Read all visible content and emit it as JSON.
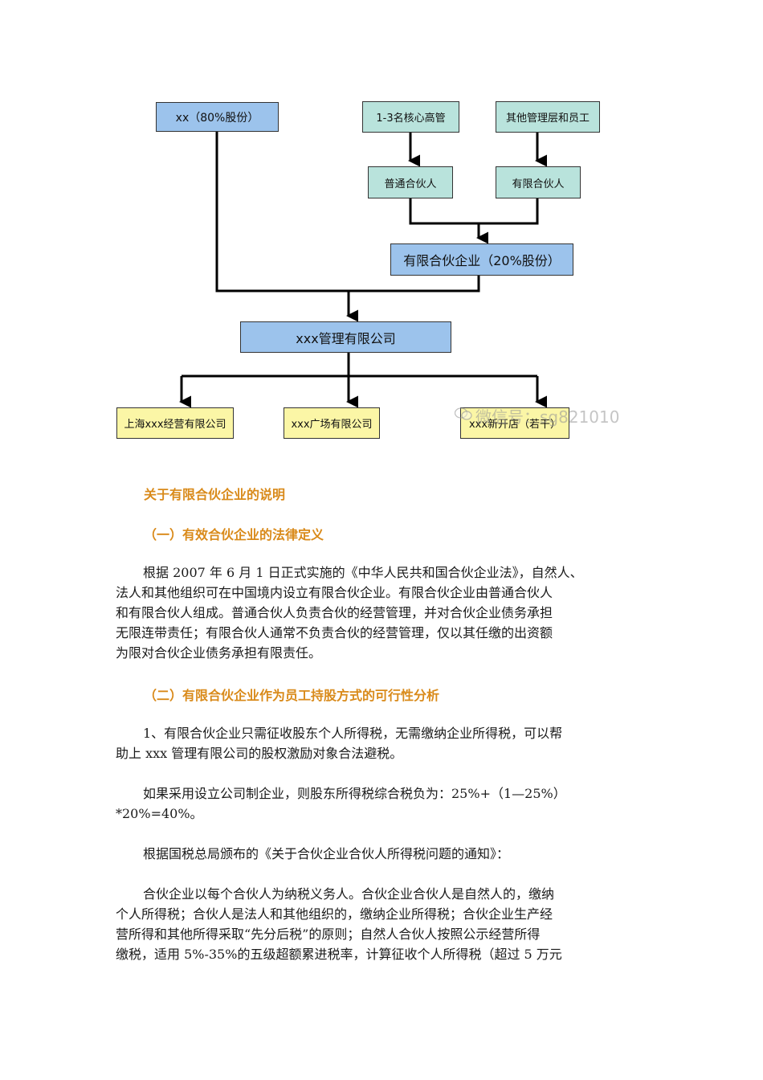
{
  "org_chart": {
    "xx_box": "xx（80%股份）",
    "core_mgmt_box": "1-3名核心高管",
    "other_staff_box": "其他管理层和员工",
    "general_partner_box": "普通合伙人",
    "limited_partner_box": "有限合伙人",
    "lp_enterprise_box": "有限合伙企业（20%股份）",
    "mgmt_company_box": "xxx管理有限公司",
    "shanghai_box": "上海xxx经营有限公司",
    "plaza_box": "xxx广场有限公司",
    "new_store_box": "xxx新开店（若干）",
    "watermark": "微信号：sg821010"
  },
  "article": {
    "section_title": "关于有限合伙企业的说明",
    "heading_1": "（一）有效合伙企业的法律定义",
    "para_1": [
      "根据 2007 年 6 月 1 日正式实施的《中华人民共和国合伙企业法》，自然人、",
      "法人和其他组织可在中国境内设立有限合伙企业。有限合伙企业由普通合伙人",
      "和有限合伙人组成。普通合伙人负责合伙的经营管理，并对合伙企业债务承担",
      "无限连带责任；有限合伙人通常不负责合伙的经营管理，仅以其任缴的出资额",
      "为限对合伙企业债务承担有限责任。"
    ],
    "heading_2": "（二）有限合伙企业作为员工持股方式的可行性分析",
    "para_2": [
      "1、有限合伙企业只需征收股东个人所得税，无需缴纳企业所得税，可以帮",
      "助上 xxx 管理有限公司的股权激励对象合法避税。"
    ],
    "para_3": [
      "如果采用设立公司制企业，则股东所得税综合税负为：25%+（1—25%）",
      "*20%=40%。"
    ],
    "para_4": [
      "根据国税总局颁布的《关于合伙企业合伙人所得税问题的通知》："
    ],
    "para_5": [
      "合伙企业以每个合伙人为纳税义务人。合伙企业合伙人是自然人的，缴纳",
      "个人所得税；合伙人是法人和其他组织的，缴纳企业所得税；合伙企业生产经",
      "营所得和其他所得采取“先分后税”的原则；自然人合伙人按照公示经营所得",
      "缴税，适用 5%-35%的五级超额累进税率，计算征收个人所得税（超过 5 万元"
    ]
  },
  "colors": {
    "blue_box": "#9cc3ec",
    "teal_box": "#b9e3dc",
    "yellow_box": "#fbf6a6",
    "heading": "#d98a1a"
  }
}
